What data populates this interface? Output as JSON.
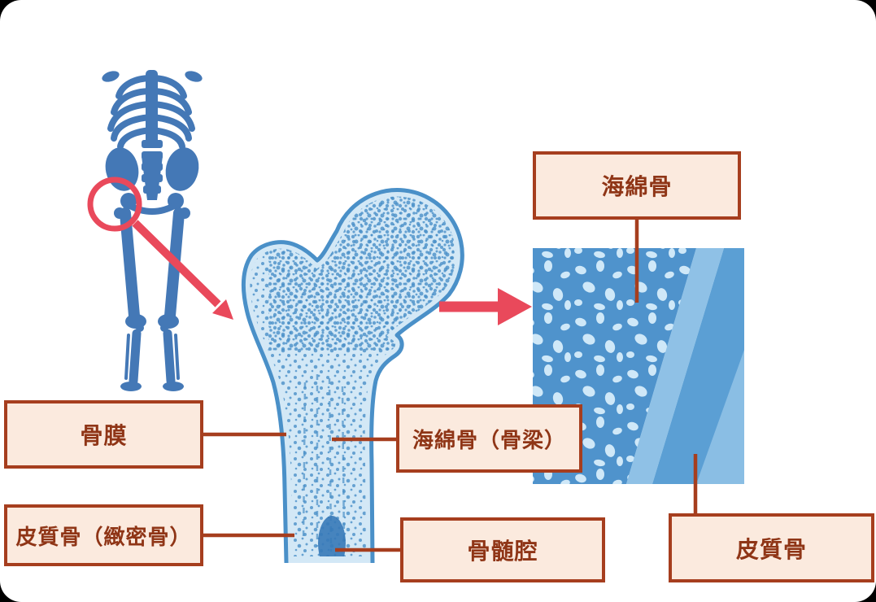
{
  "colors": {
    "page_bg": "#000000",
    "canvas_bg": "#ffffff",
    "label_border": "#a63e1e",
    "label_bg": "#fbeade",
    "label_text": "#8f3516",
    "connector": "#a63e1e",
    "arrow_red": "#e9495b",
    "skeleton_blue": "#4478b6",
    "bone_outline": "#4a90c8",
    "bone_fill": "#d3e8f6",
    "bone_stipple": "#4a90c8",
    "marrow_dark": "#3679b8",
    "texture_base": "#cfe8f8",
    "texture_trabecular": "#4f93cc",
    "texture_cortical": "#5b9fd4",
    "texture_cortical_light": "#8fc1e6"
  },
  "labels": {
    "spongy_bone_top": "海綿骨",
    "periosteum": "骨膜",
    "spongy_bone_trabecula": "海綿骨（骨梁）",
    "cortical_bone_compact": "皮質骨（緻密骨）",
    "bone_marrow_cavity": "骨髄腔",
    "cortical_bone_right": "皮質骨"
  }
}
